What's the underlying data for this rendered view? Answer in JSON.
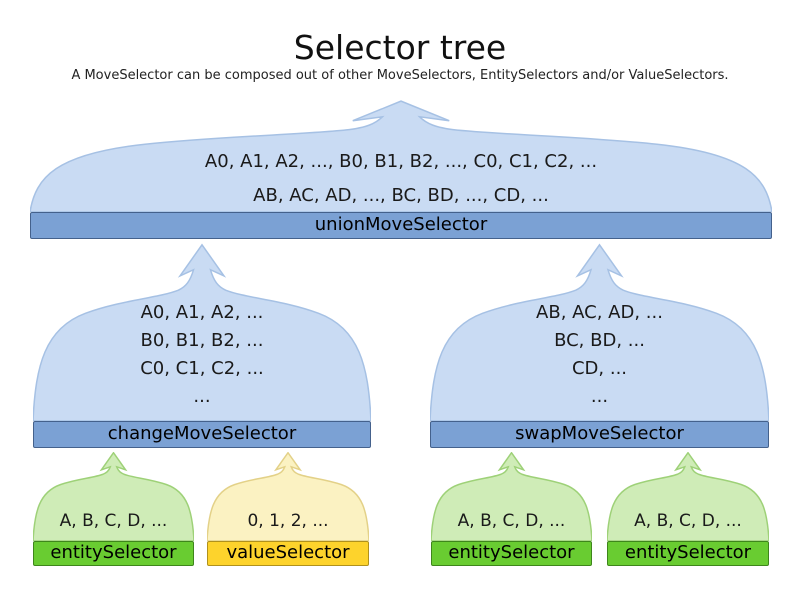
{
  "title": "Selector tree",
  "subtitle": "A MoveSelector can be composed out of other MoveSelectors, EntitySelectors and/or ValueSelectors.",
  "colors": {
    "domeBlue": "#c9dbf3",
    "domeBlueStroke": "#a6c1e4",
    "barBlue": "#7ba1d4",
    "barBlueBorder": "#44618c",
    "domeGreen": "#cfecb7",
    "domeGreenStroke": "#9ed178",
    "barGreen": "#69cc31",
    "barGreenBorder": "#3e861b",
    "domeYellow": "#fbf2c2",
    "domeYellowStroke": "#e3d188",
    "barYellow": "#fdd32c",
    "barYellowBorder": "#b0911c"
  },
  "nodes": {
    "union": {
      "label": "unionMoveSelector",
      "lines": [
        "A0, A1, A2, ..., B0, B1, B2, ..., C0, C1, C2, ...",
        "AB, AC, AD, ..., BC, BD, ..., CD, ..."
      ]
    },
    "change": {
      "label": "changeMoveSelector",
      "lines": [
        "A0, A1, A2, ...",
        "B0, B1, B2, ...",
        "C0, C1, C2, ...",
        "..."
      ]
    },
    "swap": {
      "label": "swapMoveSelector",
      "lines": [
        "AB, AC, AD, ...",
        "BC, BD, ...",
        "CD, ...",
        "..."
      ]
    },
    "entityLeft": {
      "label": "entitySelector",
      "lines": [
        "A, B, C, D, ..."
      ]
    },
    "value": {
      "label": "valueSelector",
      "lines": [
        "0, 1, 2, ..."
      ]
    },
    "entityRight1": {
      "label": "entitySelector",
      "lines": [
        "A, B, C, D, ..."
      ]
    },
    "entityRight2": {
      "label": "entitySelector",
      "lines": [
        "A, B, C, D, ..."
      ]
    }
  }
}
